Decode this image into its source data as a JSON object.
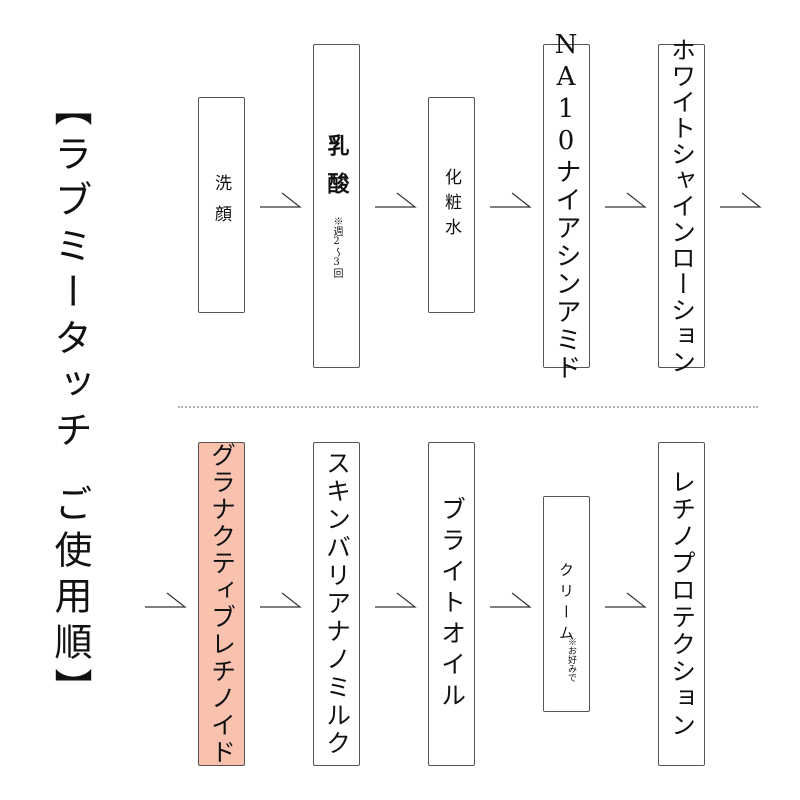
{
  "title": {
    "line1": "ラブミータッチ",
    "line2": "ご使用順"
  },
  "row1": [
    {
      "label": "洗顔"
    },
    {
      "label": "乳酸",
      "note": "※週2〜3回"
    },
    {
      "label": "化粧水"
    },
    {
      "label": "NA10ナイアシンアミド"
    },
    {
      "label": "ホワイトシャインローション"
    }
  ],
  "row2": [
    {
      "label": "グラナクティブレチノイド",
      "highlight_color": "#f8c2ae"
    },
    {
      "label": "スキンバリアナノミルク"
    },
    {
      "label": "ブライトオイル"
    },
    {
      "label": "クリーム",
      "note": "※お好みで"
    },
    {
      "label": "レチノプロテクション"
    }
  ],
  "colors": {
    "highlight": "#f8c2ae",
    "border": "#555555",
    "separator": "#b0b0b0"
  },
  "icons": {
    "arrow": "arrow-right-icon"
  }
}
